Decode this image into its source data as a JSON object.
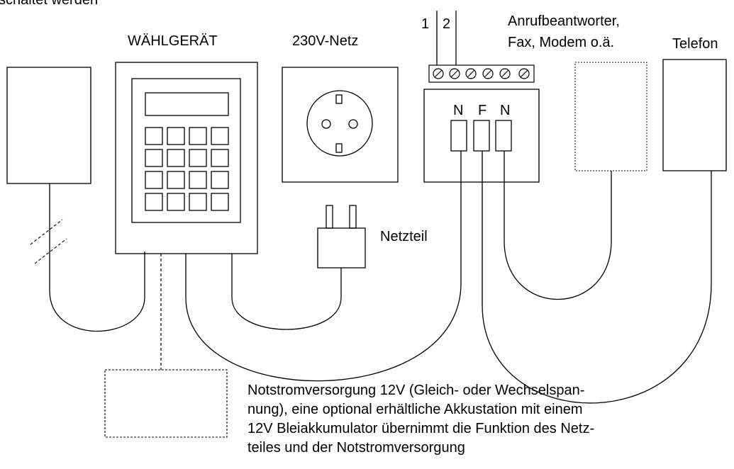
{
  "header_fragment": "schaltet werden",
  "labels": {
    "dialer": "WÄHLGERÄT",
    "mains": "230V-Netz",
    "line_1": "1",
    "line_2": "2",
    "answering_line1": "Anrufbeantworter,",
    "answering_line2": "Fax, Modem o.ä.",
    "telephone": "Telefon",
    "tae_n_left": "N",
    "tae_f": "F",
    "tae_n_right": "N",
    "power_supply": "Netzteil"
  },
  "note": {
    "line1": "Notstromversorgung 12V (Gleich- oder Wechselspan-",
    "line2": "nung), eine optional erhältliche Akkustation mit einem",
    "line3": "12V Bleiakkumulator übernimmt die Funktion des Netz-",
    "line4": "teiles und der Notstromversorgung"
  }
}
